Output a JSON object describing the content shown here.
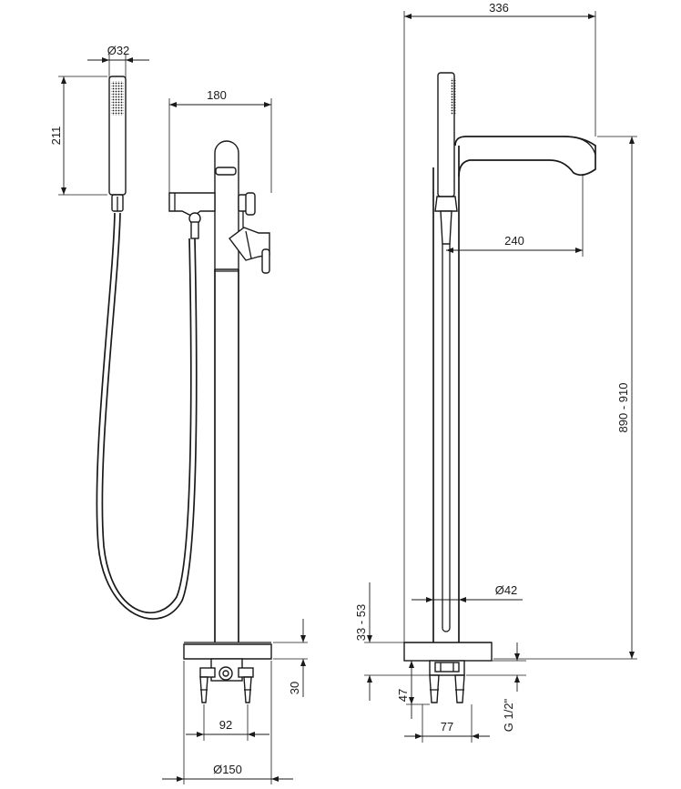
{
  "drawing": {
    "dimensions": {
      "handshower_diameter": "Ø32",
      "handshower_length": "211",
      "side_width": "180",
      "overall_width": "336",
      "spout_reach": "240",
      "overall_height": "890 - 910",
      "column_diameter": "Ø42",
      "base_height_range": "33 - 53",
      "base_thickness": "30",
      "fixing_spacing": "92",
      "base_diameter": "Ø150",
      "pipe_depth": "47",
      "pipe_spacing": "77",
      "thread_size": "G 1/2\""
    }
  }
}
